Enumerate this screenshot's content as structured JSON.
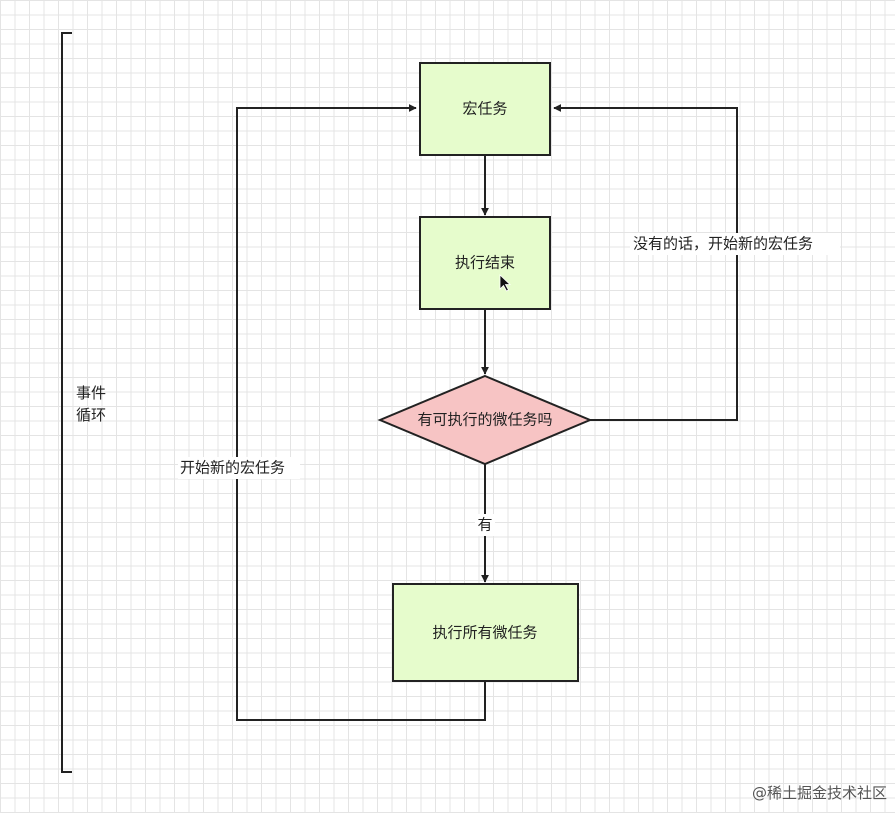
{
  "bracket_label": [
    "事件",
    "循环"
  ],
  "nodes": {
    "macrotask": "宏任务",
    "exec_end": "执行结束",
    "has_micro": "有可执行的微任务吗",
    "exec_all_micro": "执行所有微任务"
  },
  "edges": {
    "no_label": "没有的话，开始新的宏任务",
    "yes_label": "有",
    "loop_label": "开始新的宏任务"
  },
  "watermark": "@稀土掘金技术社区",
  "colors": {
    "process_fill": "#e6fccc",
    "decision_fill": "#f7c4c4",
    "stroke": "#222222"
  }
}
